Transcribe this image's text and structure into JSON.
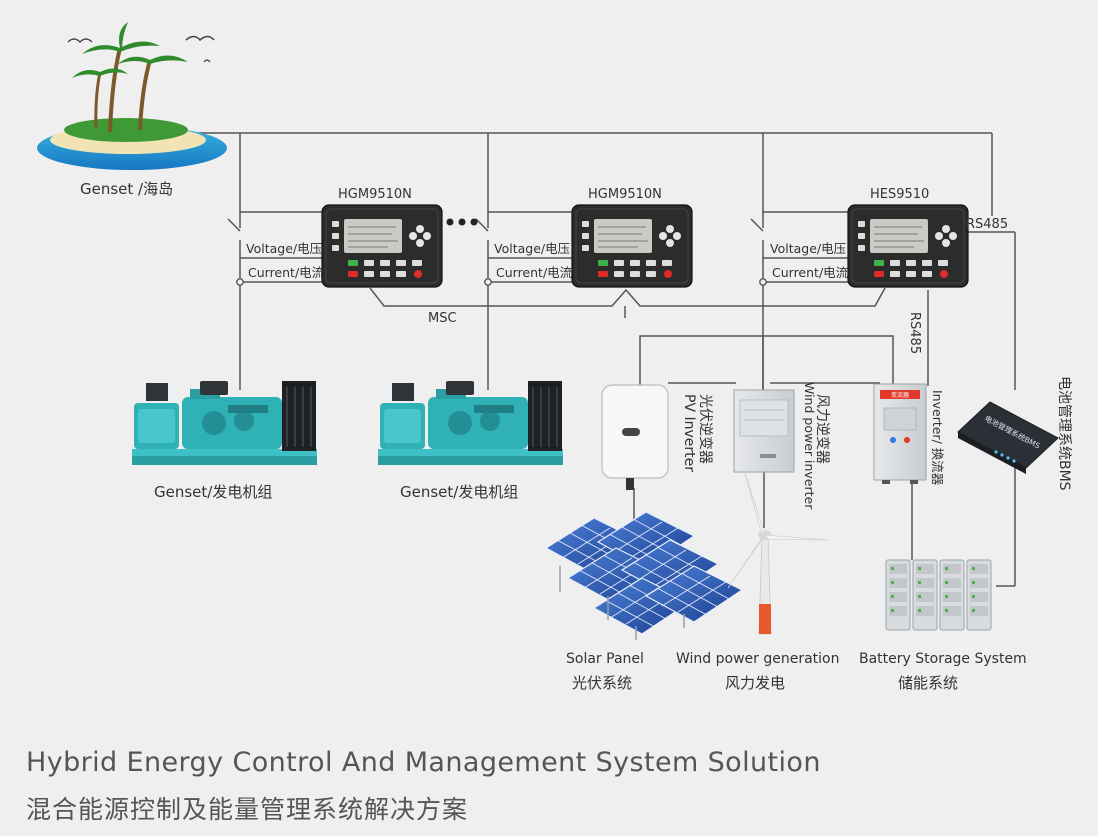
{
  "diagram": {
    "island_label": "Genset /海岛",
    "controllers": [
      {
        "model": "HGM9510N"
      },
      {
        "model": "HGM9510N"
      },
      {
        "model": "HES9510"
      }
    ],
    "voltage_label": "Voltage/电压",
    "current_label": "Current/电流",
    "msc_label": "MSC",
    "rs485_label": "RS485",
    "genset_label": "Genset/发电机组",
    "pv_inverter_zh": "光伏逆变器",
    "pv_inverter_en": "PV Inverter",
    "wind_inverter_zh": "风力逆变器",
    "wind_inverter_en": "Wind power inverter",
    "inverter_label": "Inverter/ 换流器",
    "bms_label": "电池管理系统BMS",
    "bms_device_text": "电池管理系统BMS",
    "cabinet_tag": "变流器",
    "solar_en": "Solar Panel",
    "solar_zh": "光伏系统",
    "wind_en": "Wind power generation",
    "wind_zh": "风力发电",
    "battery_en": "Battery Storage System",
    "battery_zh": "储能系统",
    "icons": [
      "tropical-island-icon",
      "genset-icon",
      "controller-panel-icon",
      "inverter-icon",
      "wind-turbine-icon",
      "solar-panel-icon",
      "battery-rack-icon",
      "bms-module-icon"
    ]
  },
  "footer": {
    "title_en": "Hybrid Energy Control And Management System Solution",
    "title_zh": "混合能源控制及能量管理系统解决方案"
  },
  "colors": {
    "background": "#efefef",
    "line": "#555555",
    "genset_teal": "#2fb1b6",
    "controller_body": "#2c2c2c",
    "screen": "#c8ccc4",
    "solar_blue": "#2f5fb8",
    "turbine_orange": "#e8582a"
  }
}
